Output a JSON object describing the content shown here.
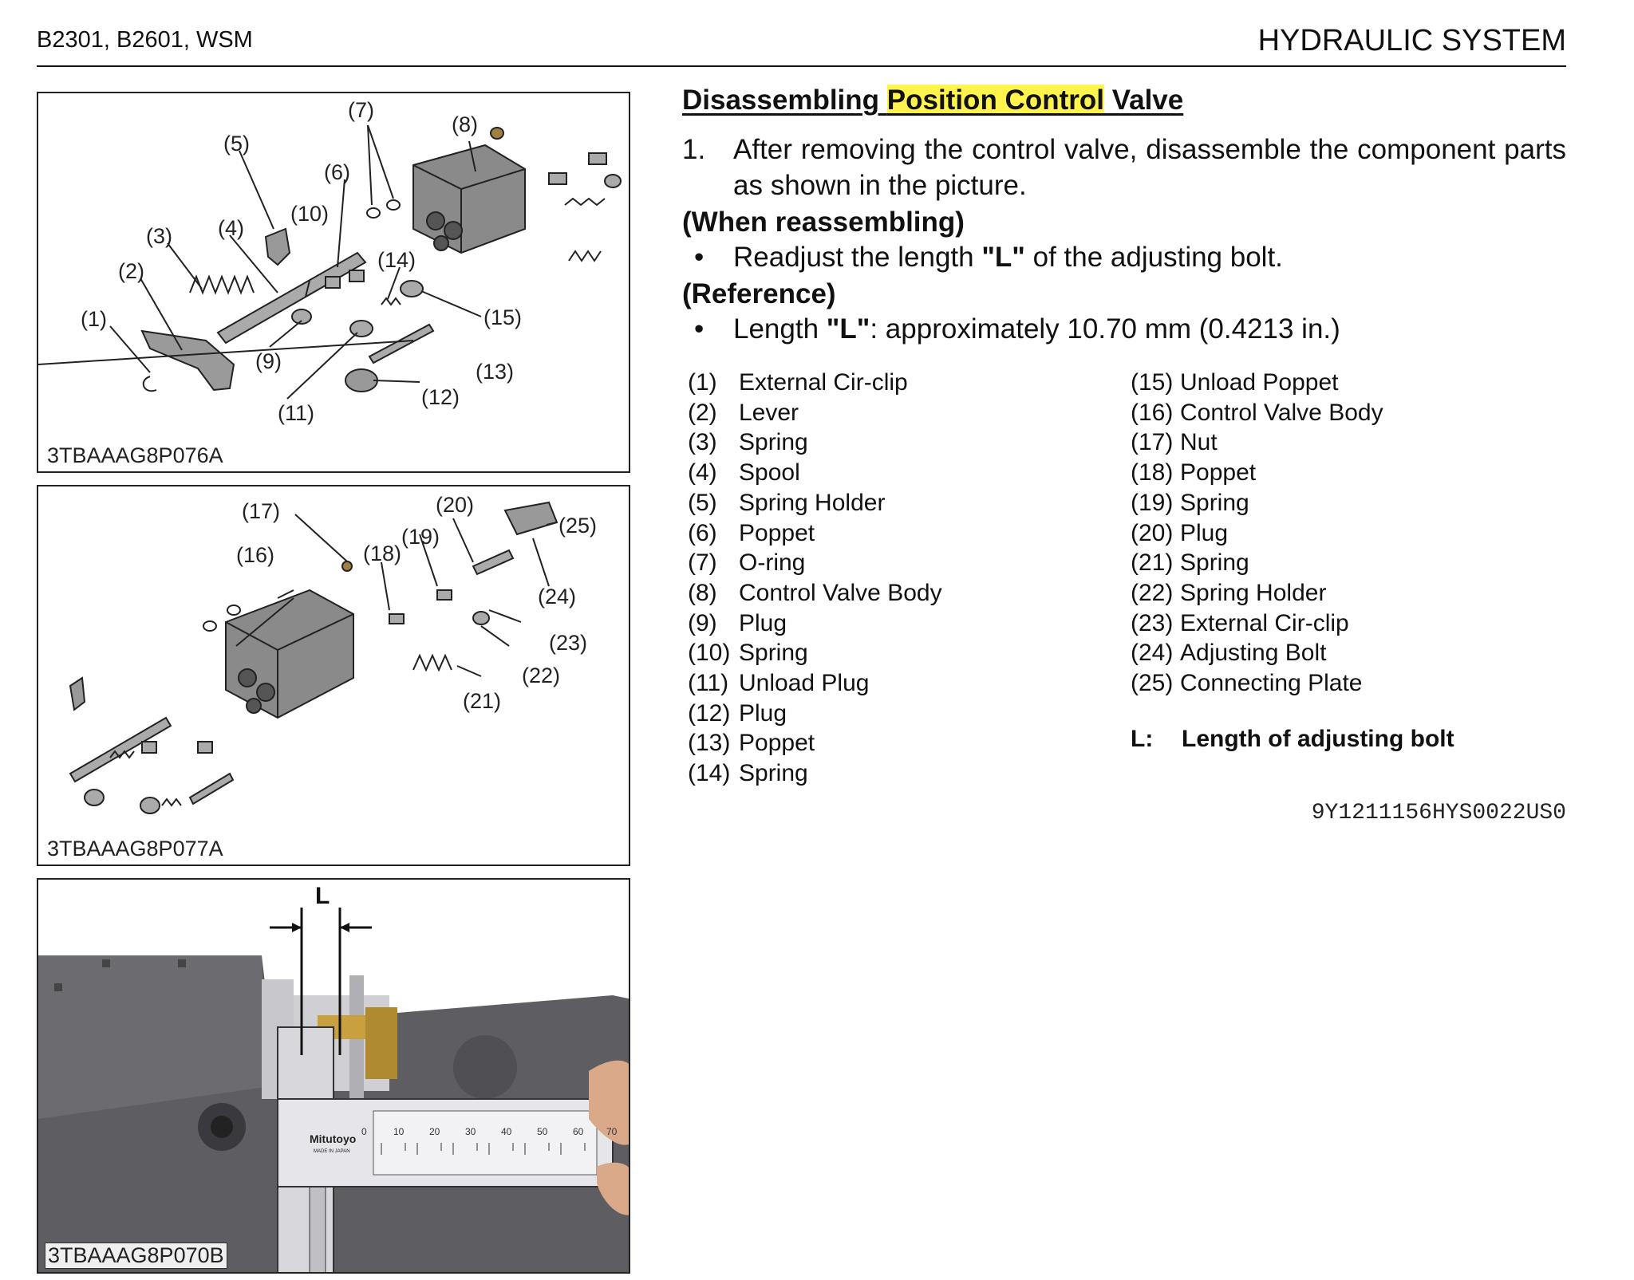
{
  "header": {
    "models": "B2301, B2601, WSM",
    "section": "HYDRAULIC SYSTEM"
  },
  "figures": [
    {
      "code": "3TBAAAG8P076A",
      "labels": [
        "(1)",
        "(2)",
        "(3)",
        "(4)",
        "(5)",
        "(6)",
        "(7)",
        "(8)",
        "(9)",
        "(10)",
        "(11)",
        "(12)",
        "(13)",
        "(14)",
        "(15)"
      ]
    },
    {
      "code": "3TBAAAG8P077A",
      "labels": [
        "(16)",
        "(17)",
        "(18)",
        "(19)",
        "(20)",
        "(21)",
        "(22)",
        "(23)",
        "(24)",
        "(25)"
      ]
    },
    {
      "code": "3TBAAAG8P070B",
      "dimension_label": "L",
      "caliper_brand": "Mitutoyo",
      "caliper_sub": "MADE IN JAPAN",
      "scale_numbers": [
        "0",
        "10",
        "20",
        "30",
        "40",
        "50",
        "60",
        "70"
      ]
    }
  ],
  "content": {
    "title_pre": "Disassembling ",
    "title_highlight": "Position Control",
    "title_post": " Valve",
    "step_number": "1.",
    "step_text": "After removing the control valve, disassemble the component parts as shown in the picture.",
    "when_reassembling": "(When reassembling)",
    "reassemble_bullet_pre": "Readjust the length ",
    "reassemble_bullet_bold": "\"L\"",
    "reassemble_bullet_post": " of the adjusting bolt.",
    "reference": "(Reference)",
    "reference_bullet_bold": "Length \"L\"",
    "reference_bullet_post": ": approximately 10.70 mm (0.4213 in.)",
    "bullet_symbol": "•"
  },
  "parts_col1": [
    {
      "num": "(1)",
      "name": "External Cir-clip"
    },
    {
      "num": "(2)",
      "name": "Lever"
    },
    {
      "num": "(3)",
      "name": "Spring"
    },
    {
      "num": "(4)",
      "name": "Spool"
    },
    {
      "num": "(5)",
      "name": "Spring Holder"
    },
    {
      "num": "(6)",
      "name": "Poppet"
    },
    {
      "num": "(7)",
      "name": "O-ring"
    },
    {
      "num": "(8)",
      "name": "Control Valve Body"
    },
    {
      "num": "(9)",
      "name": "Plug"
    },
    {
      "num": "(10)",
      "name": "Spring"
    },
    {
      "num": "(11)",
      "name": "Unload Plug"
    },
    {
      "num": "(12)",
      "name": "Plug"
    },
    {
      "num": "(13)",
      "name": "Poppet"
    },
    {
      "num": "(14)",
      "name": "Spring"
    }
  ],
  "parts_col2": [
    {
      "num": "(15)",
      "name": "Unload Poppet"
    },
    {
      "num": "(16)",
      "name": "Control Valve Body"
    },
    {
      "num": "(17)",
      "name": "Nut"
    },
    {
      "num": "(18)",
      "name": "Poppet"
    },
    {
      "num": "(19)",
      "name": "Spring"
    },
    {
      "num": "(20)",
      "name": "Plug"
    },
    {
      "num": "(21)",
      "name": "Spring"
    },
    {
      "num": "(22)",
      "name": "Spring Holder"
    },
    {
      "num": "(23)",
      "name": "External Cir-clip"
    },
    {
      "num": "(24)",
      "name": "Adjusting Bolt"
    },
    {
      "num": "(25)",
      "name": "Connecting Plate"
    }
  ],
  "legend": {
    "key": "L:",
    "text": "Length of adjusting bolt"
  },
  "doc_id": "9Y1211156HYS0022US0",
  "colors": {
    "highlight": "#fff34d",
    "text": "#111111"
  }
}
